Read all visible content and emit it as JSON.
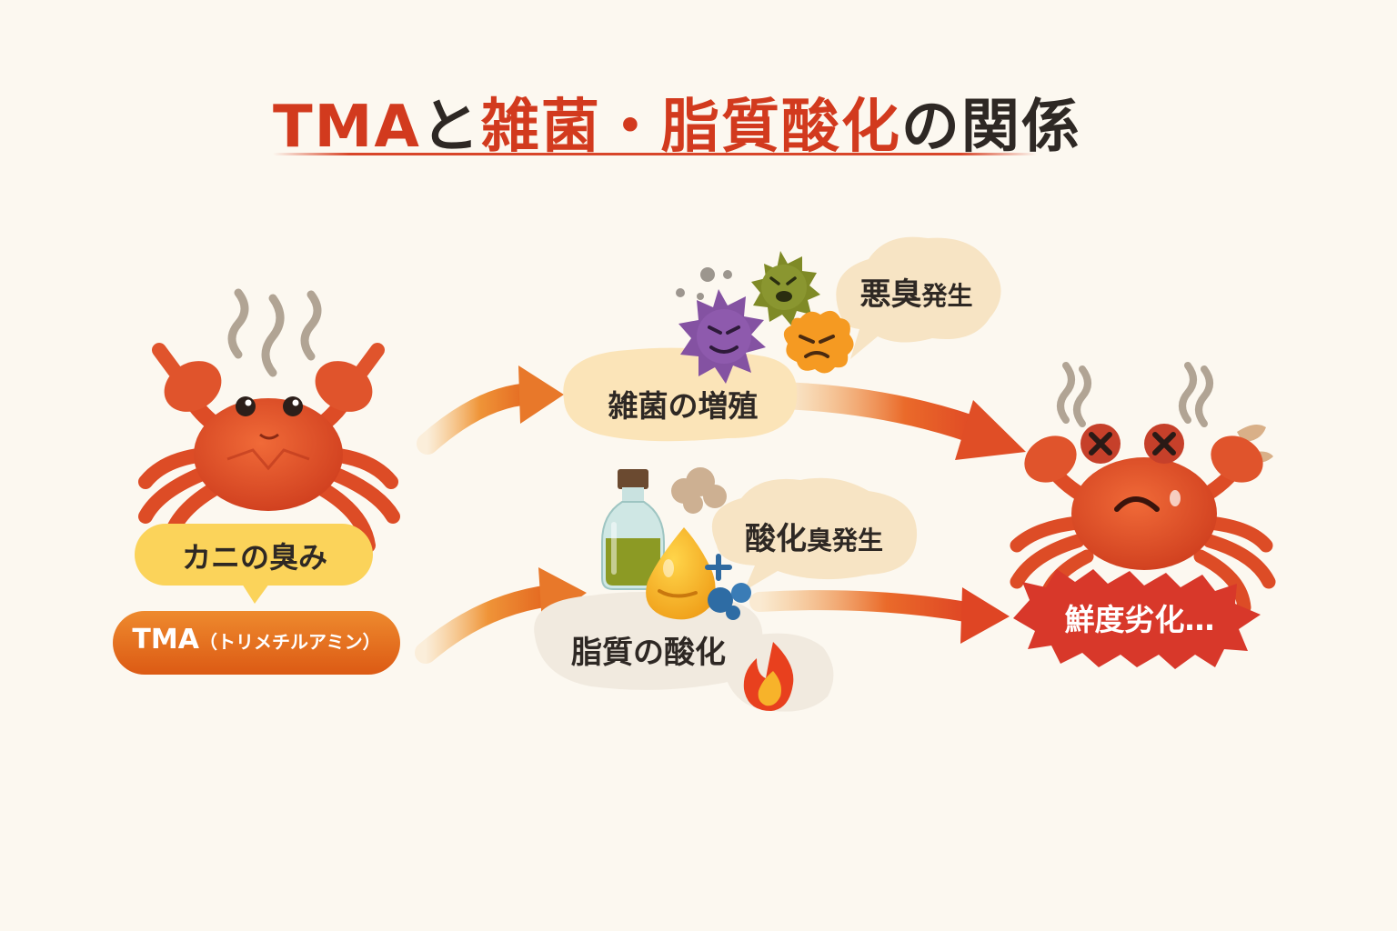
{
  "title": {
    "part1": "TMA",
    "part2": "と",
    "part3": "雑菌・脂質酸化",
    "part4": "の関係"
  },
  "nodes": {
    "crab_smell": "カニの臭み",
    "tma_main": "TMA",
    "tma_sub": "（トリメチルアミン）",
    "bacteria_growth": "雑菌の増殖",
    "malodor_main": "悪臭",
    "malodor_sub": "発生",
    "lipid_oxidation": "脂質の酸化",
    "oxidized_smell_main": "酸化",
    "oxidized_smell_sub": "臭発生",
    "freshness_decline": "鮮度劣化…"
  },
  "colors": {
    "title_red": "#d23a1e",
    "title_dark": "#2e2824",
    "crab": "#e0542c",
    "arrow": "#e6782a",
    "tma_pill": "#e36a1c",
    "smell_bubble": "#fbd35a",
    "decline_burst": "#d8382a"
  },
  "icons": [
    "crab-happy-icon",
    "crab-sad-icon",
    "steam-icon",
    "germ-purple-icon",
    "germ-olive-icon",
    "germ-orange-icon",
    "oil-bottle-icon",
    "oil-drop-icon",
    "molecule-icon",
    "fire-icon"
  ]
}
